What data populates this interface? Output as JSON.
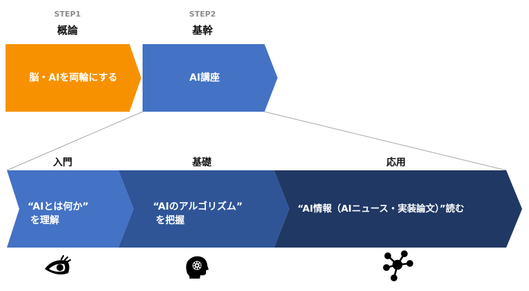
{
  "steps": [
    {
      "label": "STEP1",
      "title": "概論",
      "body": "脳・AIを両輪にする",
      "color": "#F79100"
    },
    {
      "label": "STEP2",
      "title": "基幹",
      "body": "AI講座",
      "color": "#4472C4"
    }
  ],
  "substeps": [
    {
      "title": "入門",
      "body_line1": "“AIとは何か”",
      "body_line2": "を理解",
      "color": "#4472C4",
      "icon": "eye-icon"
    },
    {
      "title": "基礎",
      "body_line1": "“AIのアルゴリズム”",
      "body_line2": "を把握",
      "color": "#2F5597",
      "icon": "head-gear-icon"
    },
    {
      "title": "応用",
      "body_line1": "“AI情報（AIニュース・実装論文）”読む",
      "color": "#203864",
      "icon": "network-icon"
    }
  ]
}
